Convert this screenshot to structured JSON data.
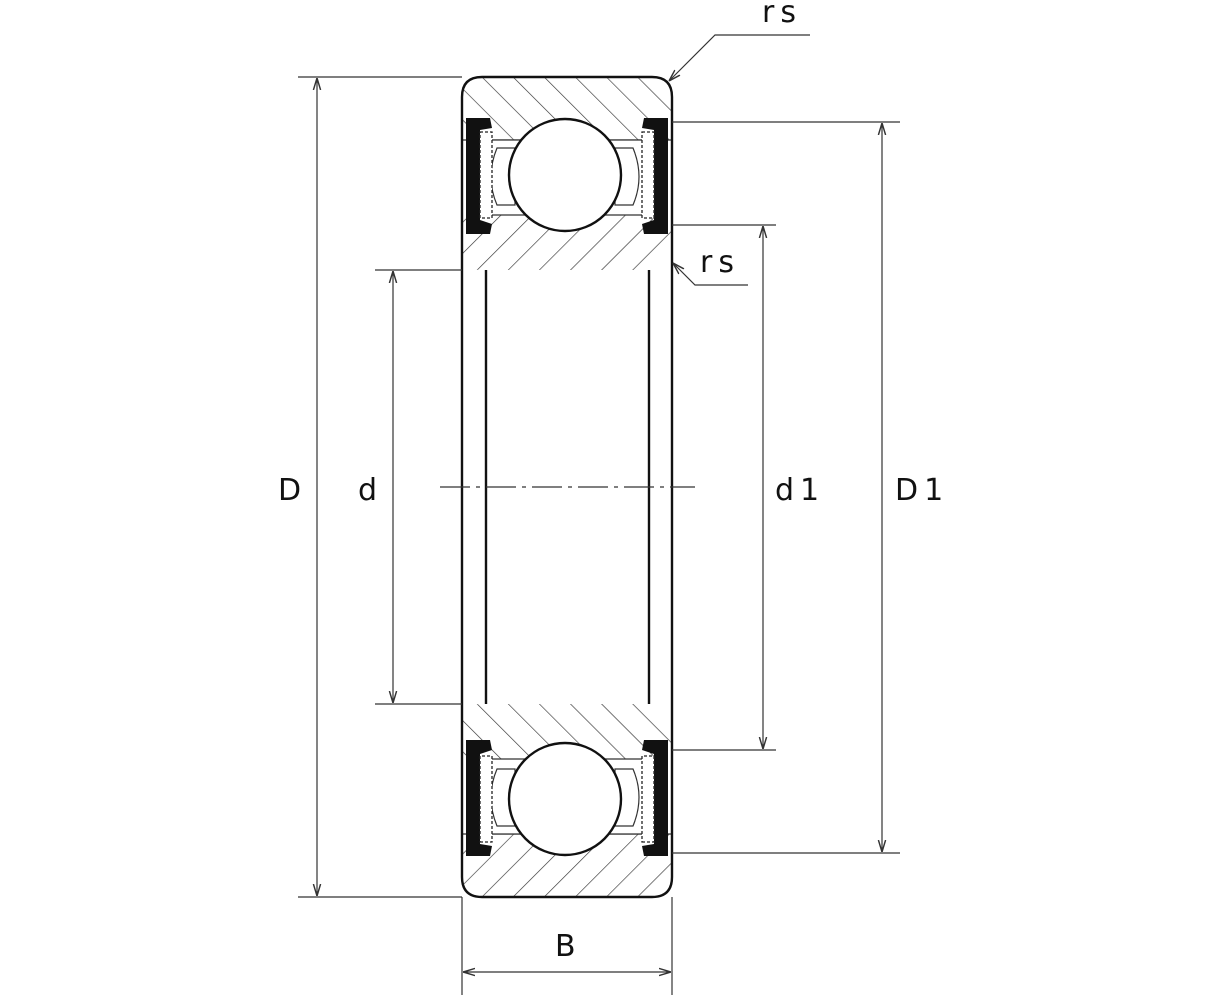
{
  "title": "Deep groove ball bearing with seals - dimension drawing",
  "labels": {
    "outer_diameter": "D",
    "bore_diameter": "d",
    "inner_ring_shoulder": "d1",
    "outer_ring_shoulder": "D1",
    "width": "B",
    "chamfer_top": "rs",
    "chamfer_inner": "rs"
  },
  "colors": {
    "line": "#111111",
    "background": "#ffffff"
  }
}
